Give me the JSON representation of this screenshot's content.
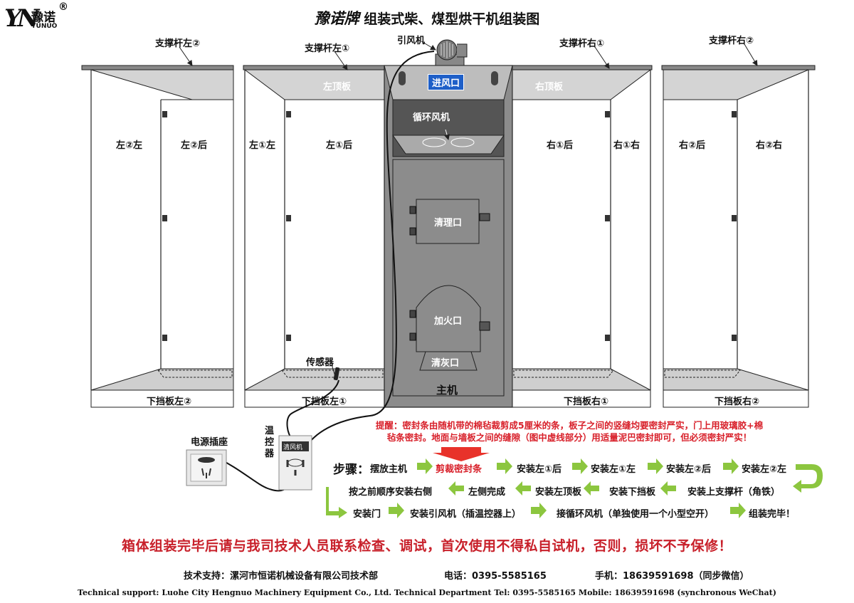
{
  "header": {
    "logo_mark": "YN",
    "logo_cn": "豫诺",
    "logo_en": "YUNUO",
    "logo_reg": "®",
    "title_brand": "豫诺牌",
    "title_rest": " 组装式柴、煤型烘干机组装图"
  },
  "diagram": {
    "support_left2": "支撑杆左②",
    "support_left1": "支撑杆左①",
    "support_right1": "支撑杆右①",
    "support_right2": "支撑杆右②",
    "fan_label": "引风机",
    "top_left": "左顶板",
    "top_right": "右顶板",
    "inlet": "进风口",
    "circ_fan": "循环风机",
    "left2_left": "左②左",
    "left2_back": "左②后",
    "left1_left": "左①左",
    "left1_back": "左①后",
    "right1_back": "右①后",
    "right1_right": "右①右",
    "right2_back": "右②后",
    "right2_right": "右②右",
    "clean_port": "清理口",
    "fire_port": "加火口",
    "ash_port": "清灰口",
    "main_unit": "主机",
    "sensor": "传感器",
    "bottom_left2": "下挡板左②",
    "bottom_left1": "下挡板左①",
    "bottom_right1": "下挡板右①",
    "bottom_right2": "下挡板右②",
    "socket": "电源插座",
    "thermostat": "温控器",
    "thermo_screen": "清风机"
  },
  "notice": {
    "line1": "提醒：密封条由随机带的棉毡裁剪成5厘米的条，板子之间的竖缝均要密封严实，门上用玻璃胶+棉",
    "line2": "毡条密封。地面与墙板之间的缝隙（图中虚线部分）用适量泥巴密封即可，但必须密封严实！"
  },
  "steps": {
    "heading": "步骤：",
    "row1": [
      "摆放主机",
      "剪裁密封条",
      "安装左①后",
      "安装左①左",
      "安装左②后",
      "安装左②左"
    ],
    "row2": [
      "按之前顺序安装右侧",
      "左侧完成",
      "安装左顶板",
      "安装下挡板",
      "安装上支撑杆（角铁）"
    ],
    "row3": [
      "安装门",
      "安装引风机（插温控器上）",
      "接循环风机（单独使用一个小型空开）",
      "组装完毕！"
    ]
  },
  "warning_main": "箱体组装完毕后请与我司技术人员联系检查、调试，首次使用不得私自试机，否则，损坏不予保修！",
  "support": {
    "tech": "技术支持：漯河市恒诺机械设备有限公司技术部",
    "phone": "电话：0395-5585165",
    "mobile": "手机：18639591698（同步微信）",
    "english": "Technical support: Luohe City Hengnuo Machinery Equipment Co., Ltd. Technical Department Tel: 0395-5585165 Mobile: 18639591698 (synchronous WeChat)"
  },
  "colors": {
    "main_unit": "#8c8c8c",
    "panel_gray": "#d4d4d4",
    "arrow_green": "#8cc63f",
    "warn_red": "#d8202a",
    "inlet_blue": "#1e5fc8"
  }
}
